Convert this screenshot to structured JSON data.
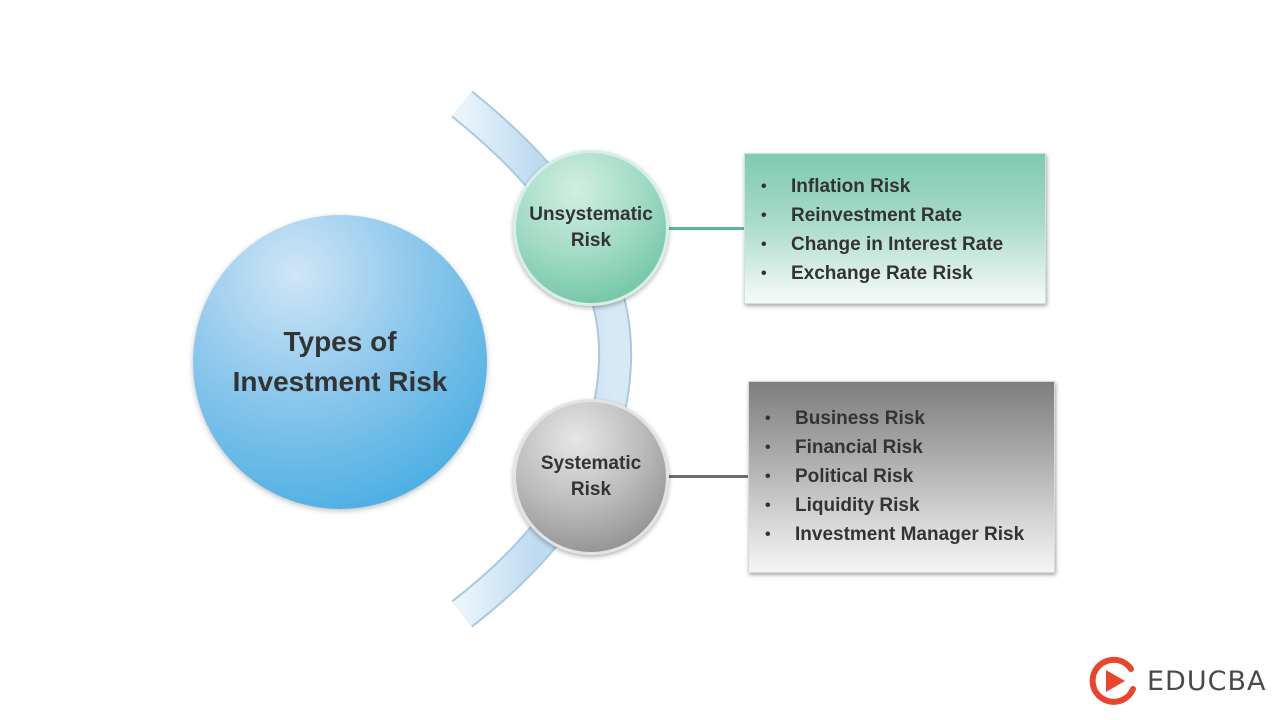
{
  "diagram": {
    "title_line1": "Types of",
    "title_line2": "Investment Risk",
    "branches": [
      {
        "name_line1": "Unsystematic",
        "name_line2": "Risk",
        "color": "#6fc4a5",
        "items": [
          "Inflation Risk",
          "Reinvestment Rate",
          "Change in Interest Rate",
          "Exchange Rate Risk"
        ]
      },
      {
        "name_line1": "Systematic",
        "name_line2": "Risk",
        "color": "#8f8f8f",
        "items": [
          "Business Risk",
          "Financial Risk",
          "Political Risk",
          "Liquidity Risk",
          "Investment Manager Risk"
        ]
      }
    ]
  },
  "brand": {
    "name": "EDUCBA",
    "accent": "#e8452c",
    "logo_icon": "educba-logo-icon"
  }
}
